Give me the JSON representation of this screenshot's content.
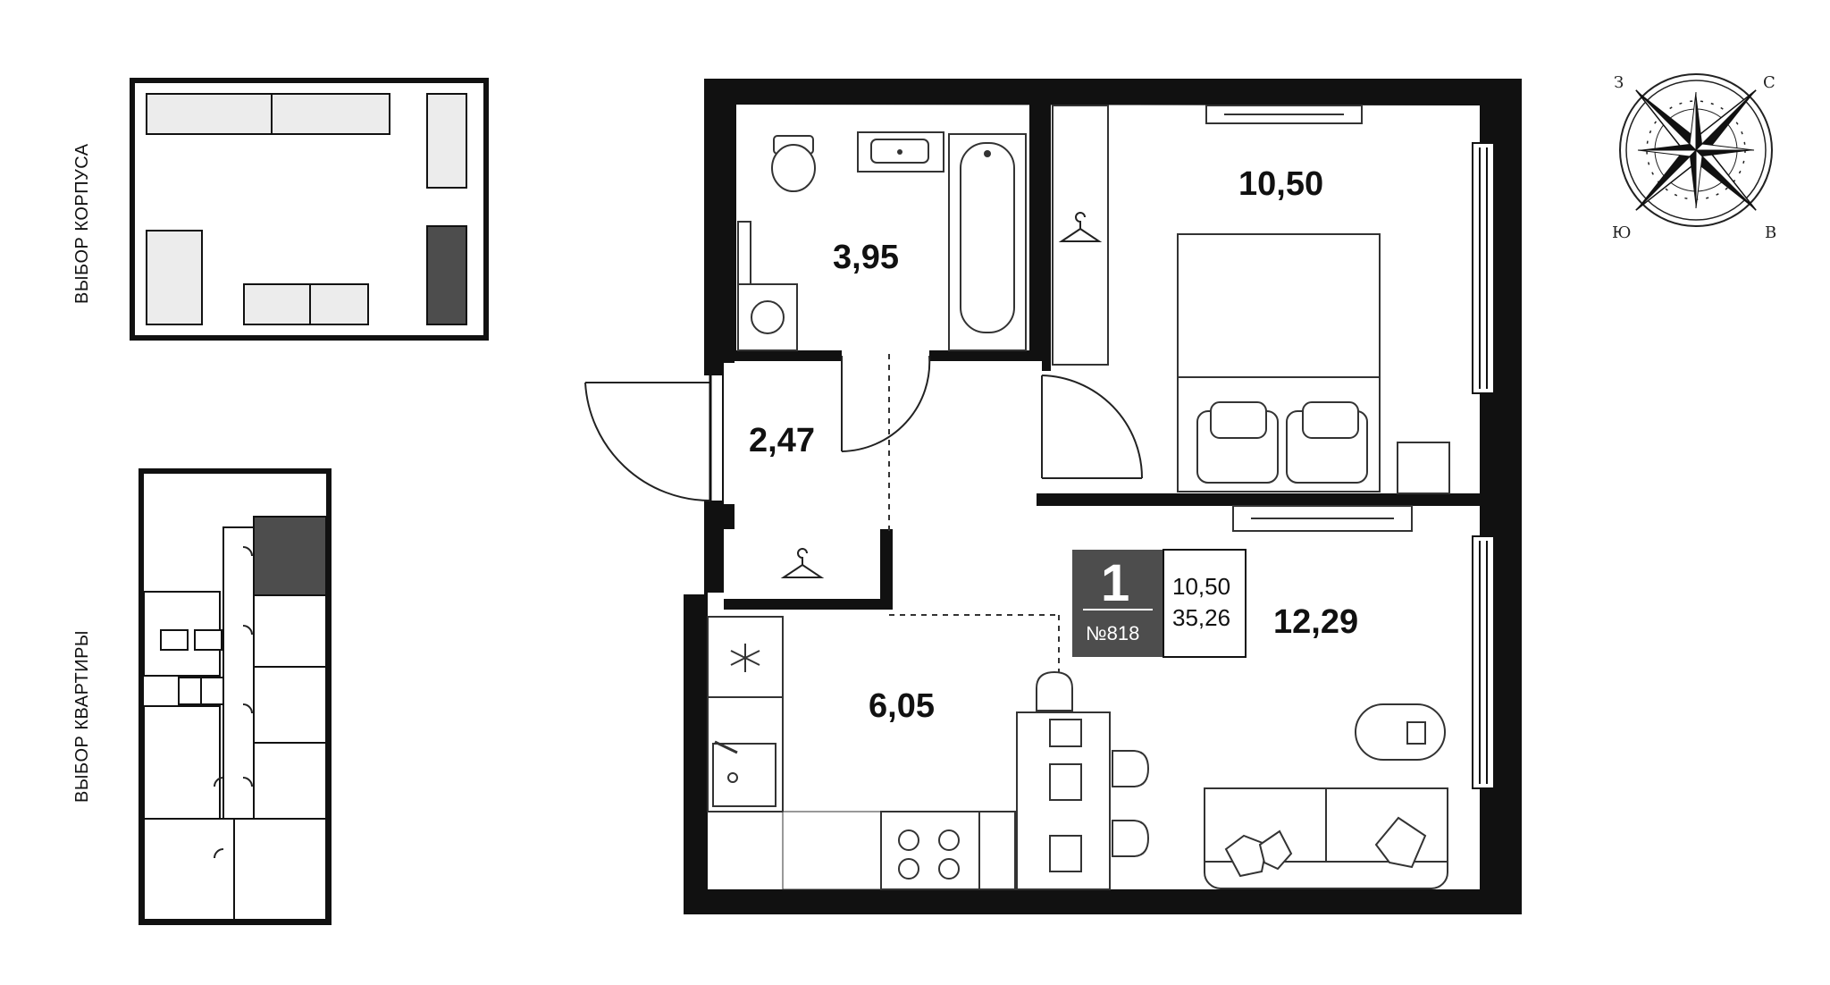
{
  "sidebar": {
    "building_title": "ВЫБОР КОРПУСА",
    "apartment_title": "ВЫБОР КВАРТИРЫ"
  },
  "compass": {
    "north": "С",
    "south": "Ю",
    "east": "В",
    "west": "З"
  },
  "rooms": {
    "bathroom": "3,95",
    "bedroom": "10,50",
    "hallway": "2,47",
    "kitchen": "6,05",
    "living": "12,29"
  },
  "badge": {
    "rooms_count": "1",
    "apartment_number": "№818",
    "living_area": "10,50",
    "total_area": "35,26"
  },
  "colors": {
    "wall": "#111111",
    "selected": "#4d4d4d",
    "block_fill": "#ececec"
  }
}
